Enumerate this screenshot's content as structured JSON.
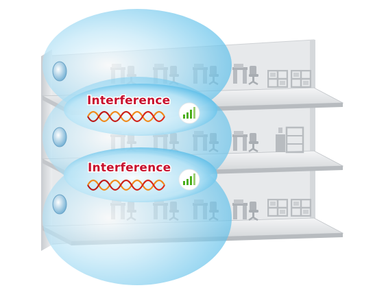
{
  "labels": {
    "interference_upper": "Interference",
    "interference_lower": "Interference"
  },
  "icons": {
    "access_point": "wall-access-point-icon",
    "signal": "signal-strength-icon",
    "desk": "office-desk-chair-icon",
    "shelf": "filing-shelf-icon",
    "wave": "interference-wave-icon"
  },
  "floors": [
    {
      "name": "top",
      "desks": 4,
      "shelves": 2
    },
    {
      "name": "middle",
      "desks": 4,
      "shelves": 1
    },
    {
      "name": "bottom",
      "desks": 4,
      "shelves": 2
    }
  ],
  "signal_level": 0.75,
  "colors": {
    "coverage": "#6fc6ea",
    "interference_text": "#c8102e",
    "wave_red": "#d62020",
    "wave_orange": "#f08a1c",
    "signal_green": "#4caf1a",
    "building": "#d9dbdd",
    "furniture": "#b8bcc0"
  }
}
